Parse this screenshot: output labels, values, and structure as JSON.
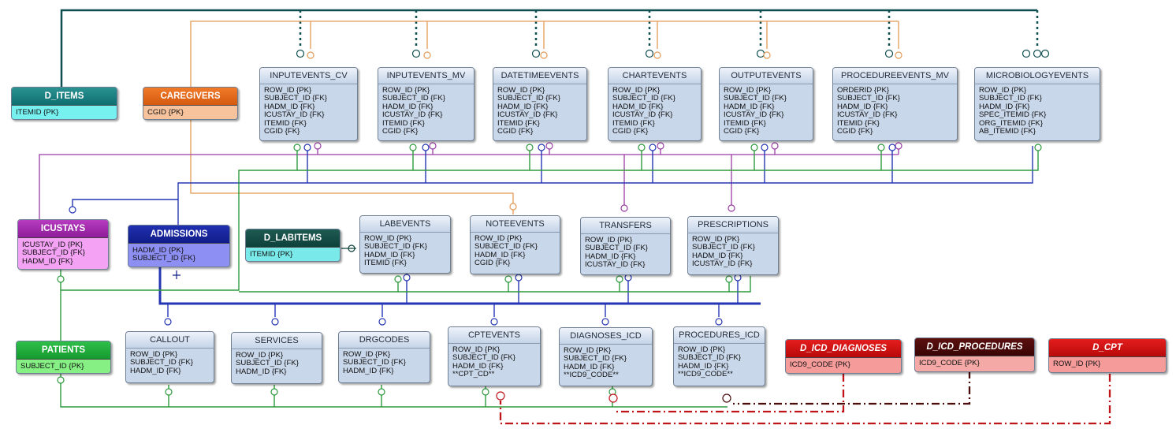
{
  "entities": {
    "d_items": {
      "title": "D_ITEMS",
      "fields": [
        "ITEMID {PK}"
      ]
    },
    "caregivers": {
      "title": "CAREGIVERS",
      "fields": [
        "CGID {PK}"
      ]
    },
    "inputevents_cv": {
      "title": "INPUTEVENTS_CV",
      "fields": [
        "ROW_ID {PK}",
        "SUBJECT_ID {FK}",
        "HADM_ID {FK}",
        "ICUSTAY_ID {FK}",
        "ITEMID {FK}",
        "CGID {FK}"
      ]
    },
    "inputevents_mv": {
      "title": "INPUTEVENTS_MV",
      "fields": [
        "ROW_ID {PK}",
        "SUBJECT_ID {FK}",
        "HADM_ID {FK}",
        "ICUSTAY_ID {FK}",
        "ITEMID {FK}",
        "CGID {FK}"
      ]
    },
    "datetimeevents": {
      "title": "DATETIMEEVENTS",
      "fields": [
        "ROW_ID {PK}",
        "SUBJECT_ID {FK}",
        "HADM_ID {FK}",
        "ICUSTAY_ID {FK}",
        "ITEMID {FK}",
        "CGID {FK}"
      ]
    },
    "chartevents": {
      "title": "CHARTEVENTS",
      "fields": [
        "ROW_ID {PK}",
        "SUBJECT_ID {FK}",
        "HADM_ID {FK}",
        "ICUSTAY_ID {FK}",
        "ITEMID {FK}",
        "CGID {FK}"
      ]
    },
    "outputevents": {
      "title": "OUTPUTEVENTS",
      "fields": [
        "ROW_ID {PK}",
        "SUBJECT_ID {FK}",
        "HADM_ID {FK}",
        "ICUSTAY_ID {FK}",
        "ITEMID {FK}",
        "CGID {FK}"
      ]
    },
    "procedureevents_mv": {
      "title": "PROCEDUREEVENTS_MV",
      "fields": [
        "ORDERID {PK}",
        "SUBJECT_ID {FK}",
        "HADM_ID {FK}",
        "ICUSTAY_ID {FK}",
        "ITEMID {FK}",
        "CGID {FK}"
      ]
    },
    "microbiologyevents": {
      "title": "MICROBIOLOGYEVENTS",
      "fields": [
        "ROW_ID {PK}",
        "SUBJECT_ID {FK}",
        "HADM_ID {FK}",
        "SPEC_ITEMID {FK}",
        "ORG_ITEMID {FK}",
        "AB_ITEMID {FK}"
      ]
    },
    "icustays": {
      "title": "ICUSTAYS",
      "fields": [
        "ICUSTAY_ID {PK}",
        "SUBJECT_ID {FK}",
        "HADM_ID {FK}"
      ]
    },
    "admissions": {
      "title": "ADMISSIONS",
      "fields": [
        "HADM_ID {PK}",
        "SUBJECT_ID {FK}"
      ]
    },
    "d_labitems": {
      "title": "D_LABITEMS",
      "fields": [
        "ITEMID {PK}"
      ]
    },
    "labevents": {
      "title": "LABEVENTS",
      "fields": [
        "ROW_ID {PK}",
        "SUBJECT_ID {FK}",
        "HADM_ID {FK}",
        "ITEMID {FK}"
      ]
    },
    "noteevents": {
      "title": "NOTEEVENTS",
      "fields": [
        "ROW_ID {PK}",
        "SUBJECT_ID {FK}",
        "HADM_ID {FK}",
        "CGID {FK}"
      ]
    },
    "transfers": {
      "title": "TRANSFERS",
      "fields": [
        "ROW_ID {PK}",
        "SUBJECT_ID {FK}",
        "HADM_ID {FK}",
        "ICUSTAY_ID {FK}"
      ]
    },
    "prescriptions": {
      "title": "PRESCRIPTIONS",
      "fields": [
        "ROW_ID {PK}",
        "SUBJECT_ID {FK}",
        "HADM_ID {FK}",
        "ICUSTAY_ID {FK}"
      ]
    },
    "patients": {
      "title": "PATIENTS",
      "fields": [
        "SUBJECT_ID {PK}"
      ]
    },
    "callout": {
      "title": "CALLOUT",
      "fields": [
        "ROW_ID {PK}",
        "SUBJECT_ID {FK}",
        "HADM_ID {FK}"
      ]
    },
    "services": {
      "title": "SERVICES",
      "fields": [
        "ROW_ID {PK}",
        "SUBJECT_ID {FK}",
        "HADM_ID {FK}"
      ]
    },
    "drgcodes": {
      "title": "DRGCODES",
      "fields": [
        "ROW_ID {PK}",
        "SUBJECT_ID {FK}",
        "HADM_ID {FK}"
      ]
    },
    "cptevents": {
      "title": "CPTEVENTS",
      "fields": [
        "ROW_ID {PK}",
        "SUBJECT_ID {FK}",
        "HADM_ID {FK}",
        "**CPT_CD**"
      ]
    },
    "diagnoses_icd": {
      "title": "DIAGNOSES_ICD",
      "fields": [
        "ROW_ID {PK}",
        "SUBJECT_ID {FK}",
        "HADM_ID {FK}",
        "**ICD9_CODE**"
      ]
    },
    "procedures_icd": {
      "title": "PROCEDURES_ICD",
      "fields": [
        "ROW_ID {PK}",
        "SUBJECT_ID {FK}",
        "HADM_ID {FK}",
        "**ICD9_CODE**"
      ]
    },
    "d_icd_diagnoses": {
      "title": "D_ICD_DIAGNOSES",
      "fields": [
        "ICD9_CODE {PK}"
      ]
    },
    "d_icd_procedures": {
      "title": "D_ICD_PROCEDURES",
      "fields": [
        "ICD9_CODE {PK}"
      ]
    },
    "d_cpt": {
      "title": "D_CPT",
      "fields": [
        "ROW_ID {PK}"
      ]
    }
  },
  "colors": {
    "d_items": "#0f6e70",
    "caregivers": "#d55a0f",
    "icustays": "#8e1c98",
    "admissions": "#101d88",
    "patients": "#159a30",
    "d_icd": "#b80a0a"
  }
}
